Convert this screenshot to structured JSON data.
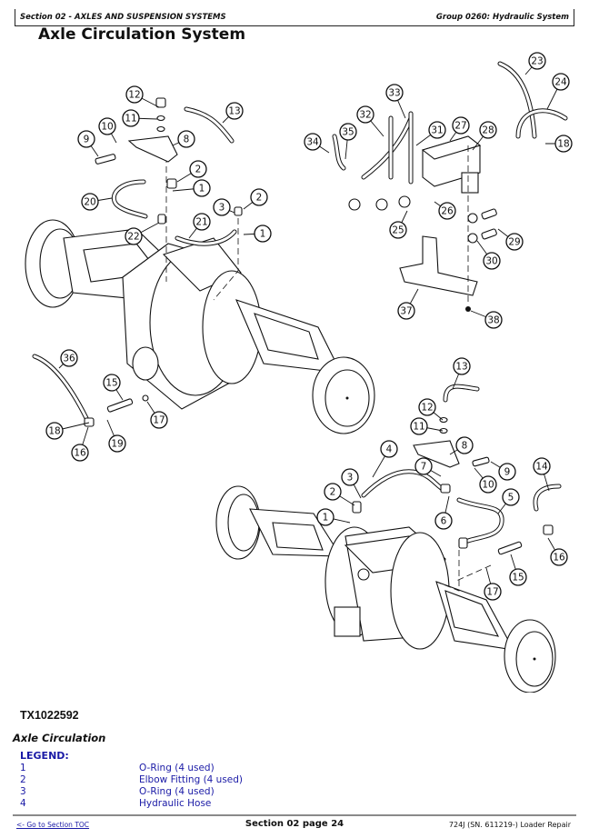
{
  "header": {
    "section": "Section 02 - AXLES AND SUSPENSION SYSTEMS",
    "group": "Group 0260: Hydraulic System"
  },
  "title": "Axle Circulation System",
  "figure": {
    "id": "TX1022592",
    "caption": "Axle Circulation",
    "callouts_top_left": [
      "12",
      "11",
      "13",
      "10",
      "9",
      "8",
      "2",
      "1",
      "20",
      "3",
      "2",
      "21",
      "1",
      "22"
    ],
    "callouts_top_right": [
      "23",
      "24",
      "33",
      "32",
      "35",
      "31",
      "27",
      "28",
      "18",
      "34",
      "26",
      "25",
      "29",
      "30",
      "37",
      "38"
    ],
    "callouts_mid_left": [
      "36",
      "15",
      "18",
      "17",
      "19",
      "16"
    ],
    "callouts_bottom": [
      "13",
      "12",
      "11",
      "4",
      "8",
      "3",
      "7",
      "9",
      "10",
      "2",
      "6",
      "14",
      "5",
      "1",
      "16",
      "15",
      "17"
    ]
  },
  "legend": {
    "heading": "LEGEND:",
    "items": [
      {
        "num": "1",
        "desc": "O-Ring (4 used)"
      },
      {
        "num": "2",
        "desc": "Elbow Fitting (4 used)"
      },
      {
        "num": "3",
        "desc": "O-Ring (4 used)"
      },
      {
        "num": "4",
        "desc": "Hydraulic Hose"
      }
    ]
  },
  "footer": {
    "toc_link": "<- Go to Section TOC",
    "page": "Section 02 page 24",
    "model": "724J (SN. 611219-) Loader Repair"
  }
}
